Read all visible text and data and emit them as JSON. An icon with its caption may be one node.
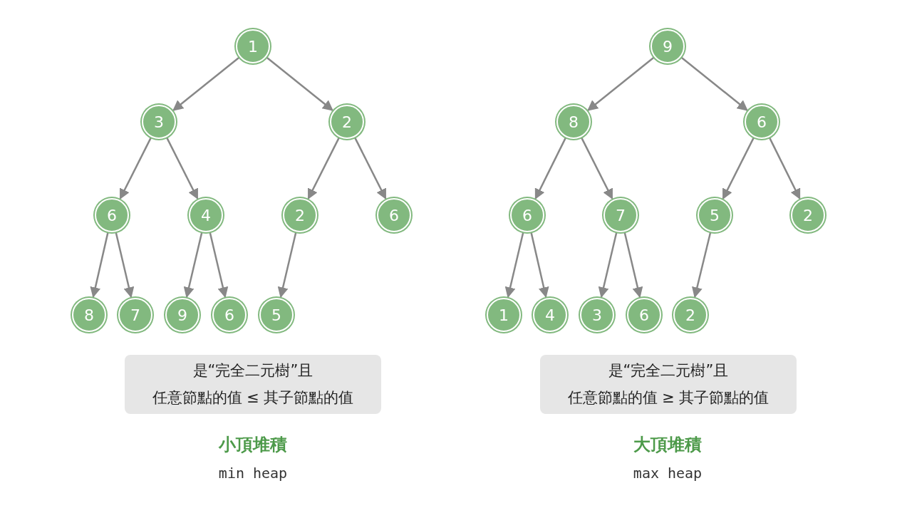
{
  "diagram": {
    "nodes": [
      {
        "text": [
          "1"
        ]
      },
      {
        "text": [
          "3"
        ]
      },
      {
        "text": [
          "2"
        ]
      },
      {
        "text": [
          "6"
        ]
      },
      {
        "text": [
          "4"
        ]
      },
      {
        "text": [
          "2"
        ]
      },
      {
        "text": [
          "6"
        ]
      },
      {
        "text": [
          "8"
        ]
      },
      {
        "text": [
          "7"
        ]
      },
      {
        "text": [
          "9"
        ]
      },
      {
        "text": [
          "6"
        ]
      },
      {
        "text": [
          "5"
        ]
      },
      {
        "text": [
          "是“完全二元樹”且",
          "任意節點的值 ≤ 其子節點的值"
        ]
      },
      {
        "text": [
          "9"
        ]
      },
      {
        "text": [
          "8"
        ]
      },
      {
        "text": [
          "6"
        ]
      },
      {
        "text": [
          "6"
        ]
      },
      {
        "text": [
          "7"
        ]
      },
      {
        "text": [
          "5"
        ]
      },
      {
        "text": [
          "2"
        ]
      },
      {
        "text": [
          "1"
        ]
      },
      {
        "text": [
          "4"
        ]
      },
      {
        "text": [
          "3"
        ]
      },
      {
        "text": [
          "6"
        ]
      },
      {
        "text": [
          "2"
        ]
      },
      {
        "text": [
          "是“完全二元樹”且",
          "任意節點的值 ≥ 其子節點的值"
        ]
      }
    ],
    "edges": [
      {
        "from": 0,
        "to": 1,
        "arrow": "to"
      },
      {
        "from": 0,
        "to": 2,
        "arrow": "to"
      },
      {
        "from": 1,
        "to": 3,
        "arrow": "to"
      },
      {
        "from": 1,
        "to": 4,
        "arrow": "to"
      },
      {
        "from": 2,
        "to": 5,
        "arrow": "to"
      },
      {
        "from": 2,
        "to": 6,
        "arrow": "to"
      },
      {
        "from": 3,
        "to": 7,
        "arrow": "to"
      },
      {
        "from": 3,
        "to": 8,
        "arrow": "to"
      },
      {
        "from": 4,
        "to": 9,
        "arrow": "to"
      },
      {
        "from": 4,
        "to": 10,
        "arrow": "to"
      },
      {
        "from": 5,
        "to": 11,
        "arrow": "to"
      },
      {
        "from": 13,
        "to": 14,
        "arrow": "to"
      },
      {
        "from": 13,
        "to": 15,
        "arrow": "to"
      },
      {
        "from": 14,
        "to": 16,
        "arrow": "to"
      },
      {
        "from": 14,
        "to": 17,
        "arrow": "to"
      },
      {
        "from": 15,
        "to": 18,
        "arrow": "to"
      },
      {
        "from": 15,
        "to": 19,
        "arrow": "to"
      },
      {
        "from": 16,
        "to": 20,
        "arrow": "to"
      },
      {
        "from": 16,
        "to": 21,
        "arrow": "to"
      },
      {
        "from": 17,
        "to": 22,
        "arrow": "to"
      },
      {
        "from": 17,
        "to": 23,
        "arrow": "to"
      },
      {
        "from": 18,
        "to": 24,
        "arrow": "to"
      }
    ],
    "labels": [
      "小頂堆積",
      "min heap",
      "大頂堆積",
      "max heap"
    ]
  }
}
